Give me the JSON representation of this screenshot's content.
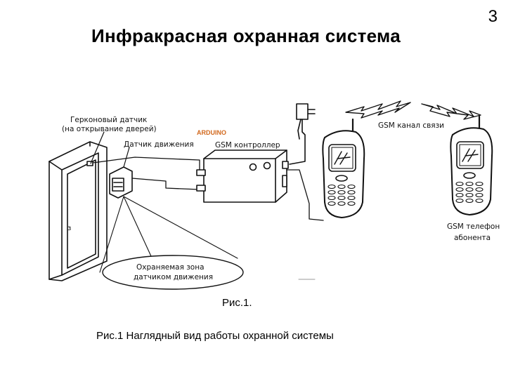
{
  "slide": {
    "number": "3",
    "title": "Инфракрасная охранная система"
  },
  "diagram": {
    "labels": {
      "reed_sensor_line1": "Герконовый датчик",
      "reed_sensor_line2": "(на открывание дверей)",
      "motion_sensor": "Датчик движения",
      "arduino": "ARDUINO",
      "gsm_controller": "GSM контроллер",
      "gsm_channel": "GSM канал связи",
      "subscriber_phone_line1": "GSM телефон",
      "subscriber_phone_line2": "абонента",
      "zone_line1": "Охраняемая зона",
      "zone_line2": "датчиком движения",
      "door_mark": "з"
    },
    "colors": {
      "arduino": "#d2691e",
      "lines": "#111111"
    }
  },
  "figure_ref": "Рис.1.",
  "caption": "Рис.1 Наглядный вид работы охранной системы"
}
